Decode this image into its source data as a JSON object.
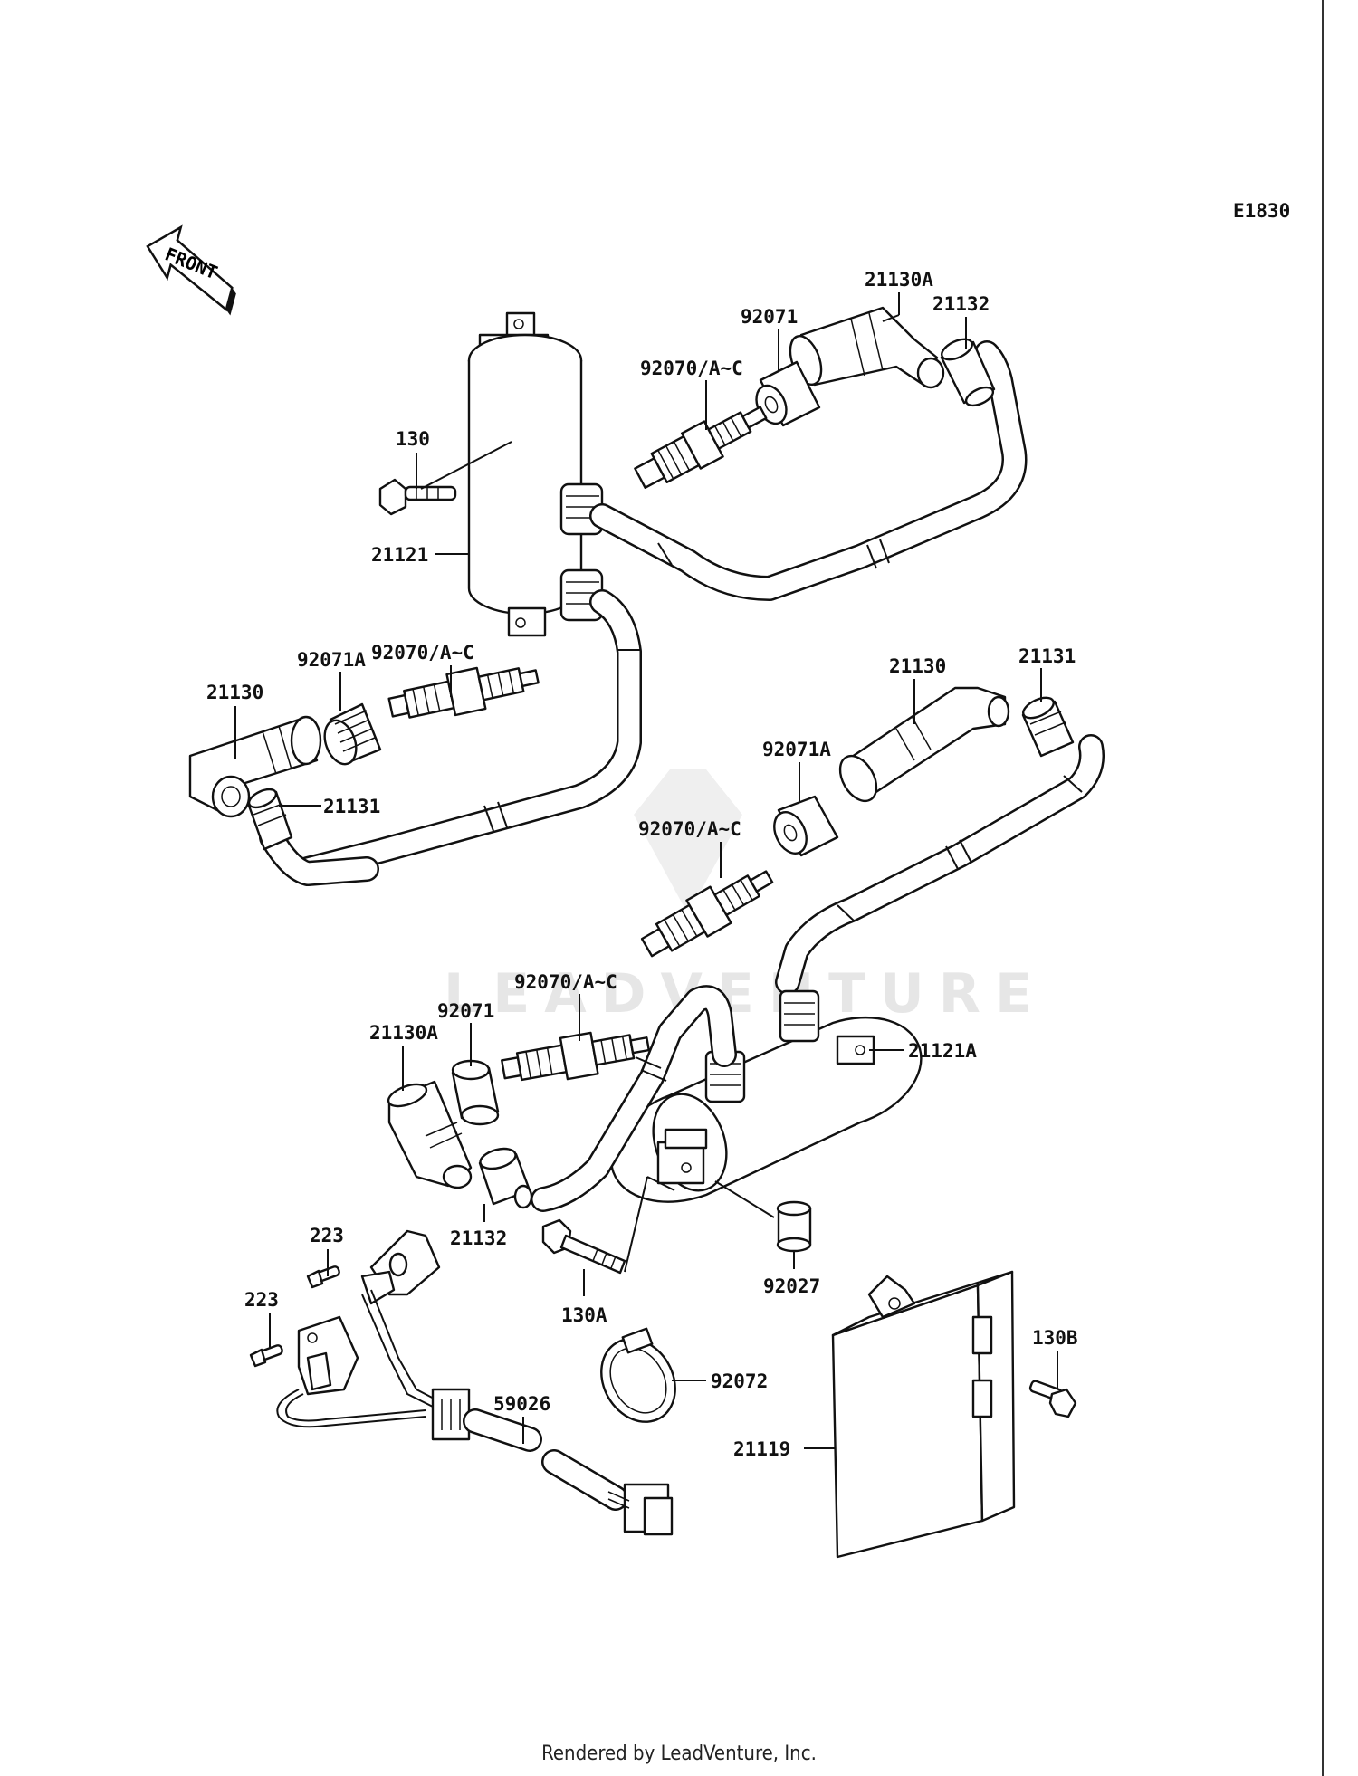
{
  "diagram": {
    "code": "E1830",
    "front_label": "FRONT",
    "watermark": "LEADVENTURE",
    "labels": {
      "p21130a_top": "21130A",
      "p92071_top": "92071",
      "p21132_top": "21132",
      "p92070_top": "92070/A~C",
      "p130": "130",
      "p21121": "21121",
      "p92070_left": "92070/A~C",
      "p92071a_left": "92071A",
      "p21130_left": "21130",
      "p21131_left": "21131",
      "p21130_right": "21130",
      "p21131_right": "21131",
      "p92071a_right": "92071A",
      "p92070_mid": "92070/A~C",
      "p92070_lower": "92070/A~C",
      "p92071_lower": "92071",
      "p21130a_lower": "21130A",
      "p21121a": "21121A",
      "p21132_lower": "21132",
      "p223_top": "223",
      "p223_bottom": "223",
      "p130a": "130A",
      "p92027": "92027",
      "p130b": "130B",
      "p92072": "92072",
      "p59026": "59026",
      "p21119": "21119"
    }
  },
  "footer": "Rendered by LeadVenture, Inc."
}
